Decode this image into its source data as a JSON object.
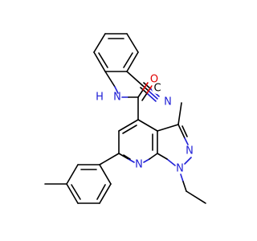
{
  "colors": {
    "carbon": "#000000",
    "nitrogen": "#1f1fd6",
    "oxygen": "#e00000",
    "background": "#ffffff"
  },
  "atoms": [
    {
      "id": "nitrile_n",
      "label": "N",
      "element": "nitrogen"
    },
    {
      "id": "nitrile_c",
      "label": "C",
      "element": "carbon"
    },
    {
      "id": "amide_n",
      "label": "N",
      "element": "nitrogen"
    },
    {
      "id": "amide_h",
      "label": "H",
      "element": "nitrogen"
    },
    {
      "id": "carbonyl_o",
      "label": "O",
      "element": "oxygen"
    },
    {
      "id": "pyrazole_n2",
      "label": "N",
      "element": "nitrogen"
    },
    {
      "id": "pyrazole_n1",
      "label": "N",
      "element": "nitrogen"
    },
    {
      "id": "pyridine_n",
      "label": "N",
      "element": "nitrogen"
    }
  ]
}
